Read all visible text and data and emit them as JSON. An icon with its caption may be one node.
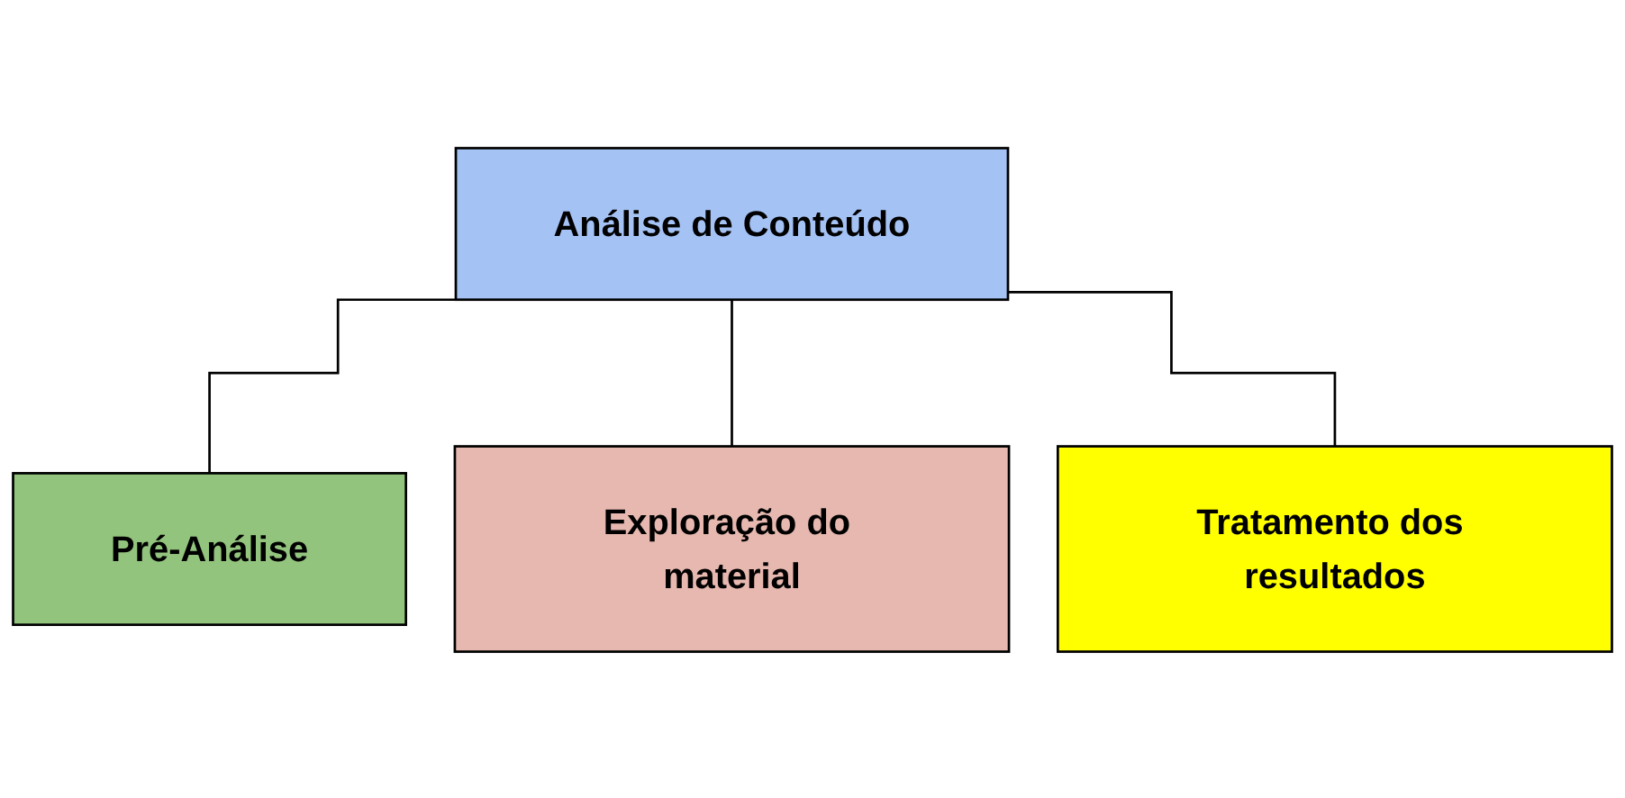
{
  "diagram": {
    "nodes": [
      {
        "text": [
          "Análise de Conteúdo"
        ]
      },
      {
        "text": [
          "Pré-Análise"
        ]
      },
      {
        "text": [
          "Exploração do material"
        ]
      },
      {
        "text": [
          "Tratamento dos resultados"
        ]
      }
    ],
    "edges": [
      {
        "from": 0,
        "to": 1,
        "arrow": "none"
      },
      {
        "from": 0,
        "to": 2,
        "arrow": "none"
      },
      {
        "from": 0,
        "to": 3,
        "arrow": "none"
      }
    ]
  }
}
